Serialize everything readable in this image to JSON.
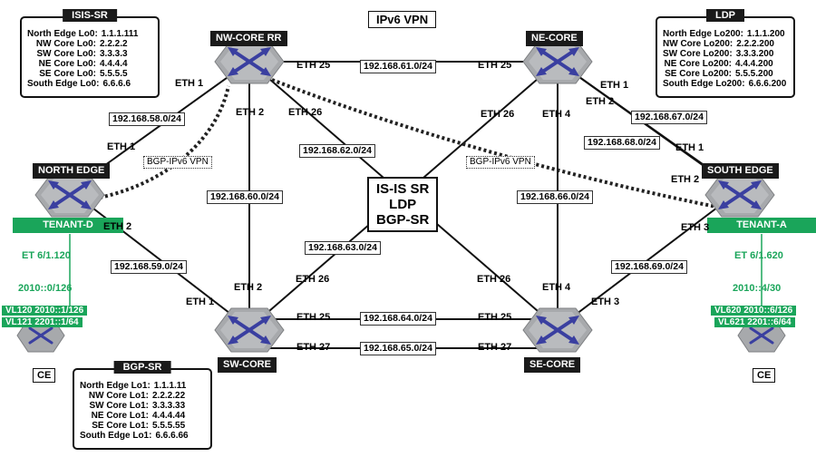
{
  "title": "IPv6 VPN",
  "center_label": [
    "IS-IS SR",
    "LDP",
    "BGP-SR"
  ],
  "routers": {
    "nw": "NW-CORE RR",
    "ne": "NE-CORE",
    "north": "NORTH EDGE",
    "south": "SOUTH EDGE",
    "sw": "SW-CORE",
    "se": "SE-CORE"
  },
  "tenants": {
    "d": "TENANT-D",
    "a": "TENANT-A"
  },
  "ce_label": "CE",
  "left_access": {
    "port": "ET 6/1.120",
    "subnet": "2010::0/126",
    "vl1": "VL120 2010::1/126",
    "vl2": "VL121 2201::1/64"
  },
  "right_access": {
    "port": "ET 6/1.620",
    "subnet": "2010::4/30",
    "vl1": "VL620 2010::6/126",
    "vl2": "VL621 2201::6/64"
  },
  "bgp_vpn_label": "BGP-IPv6 VPN",
  "subnets": {
    "s58": "192.168.58.0/24",
    "s59": "192.168.59.0/24",
    "s60": "192.168.60.0/24",
    "s61": "192.168.61.0/24",
    "s62": "192.168.62.0/24",
    "s63": "192.168.63.0/24",
    "s64": "192.168.64.0/24",
    "s65": "192.168.65.0/24",
    "s66": "192.168.66.0/24",
    "s67": "192.168.67.0/24",
    "s68": "192.168.68.0/24",
    "s69": "192.168.69.0/24"
  },
  "ports": {
    "eth1": "ETH 1",
    "eth2": "ETH 2",
    "eth3": "ETH 3",
    "eth4": "ETH 4",
    "eth25": "ETH 25",
    "eth26": "ETH 26",
    "eth27": "ETH 27"
  },
  "isis_box": {
    "header": "ISIS-SR",
    "rows": [
      {
        "k": "North Edge Lo0:",
        "v": "1.1.1.111"
      },
      {
        "k": "NW Core Lo0:",
        "v": "2.2.2.2"
      },
      {
        "k": "SW Core Lo0:",
        "v": "3.3.3.3"
      },
      {
        "k": "NE Core Lo0:",
        "v": "4.4.4.4"
      },
      {
        "k": "SE Core Lo0:",
        "v": "5.5.5.5"
      },
      {
        "k": "South Edge Lo0:",
        "v": "6.6.6.6"
      }
    ]
  },
  "ldp_box": {
    "header": "LDP",
    "rows": [
      {
        "k": "North Edge Lo200:",
        "v": "1.1.1.200"
      },
      {
        "k": "NW Core Lo200:",
        "v": "2.2.2.200"
      },
      {
        "k": "SW Core Lo200:",
        "v": "3.3.3.200"
      },
      {
        "k": "NE Core Lo200:",
        "v": "4.4.4.200"
      },
      {
        "k": "SE Core Lo200:",
        "v": "5.5.5.200"
      },
      {
        "k": "South Edge Lo200:",
        "v": "6.6.6.200"
      }
    ]
  },
  "bgpsr_box": {
    "header": "BGP-SR",
    "rows": [
      {
        "k": "North Edge Lo1:",
        "v": "1.1.1.11"
      },
      {
        "k": "NW Core Lo1:",
        "v": "2.2.2.22"
      },
      {
        "k": "SW Core Lo1:",
        "v": "3.3.3.33"
      },
      {
        "k": "NE Core Lo1:",
        "v": "4.4.4.44"
      },
      {
        "k": "SE Core Lo1:",
        "v": "5.5.5.55"
      },
      {
        "k": "South Edge Lo1:",
        "v": "6.6.6.66"
      }
    ]
  },
  "colors": {
    "tenant": "#1aa55a",
    "router_body": "#a7a9ac",
    "router_arrows": "#3a3fa0",
    "header": "#1a1a1a"
  },
  "icons": {
    "router": "router-hexagon-icon",
    "ce": "ce-router-icon"
  }
}
